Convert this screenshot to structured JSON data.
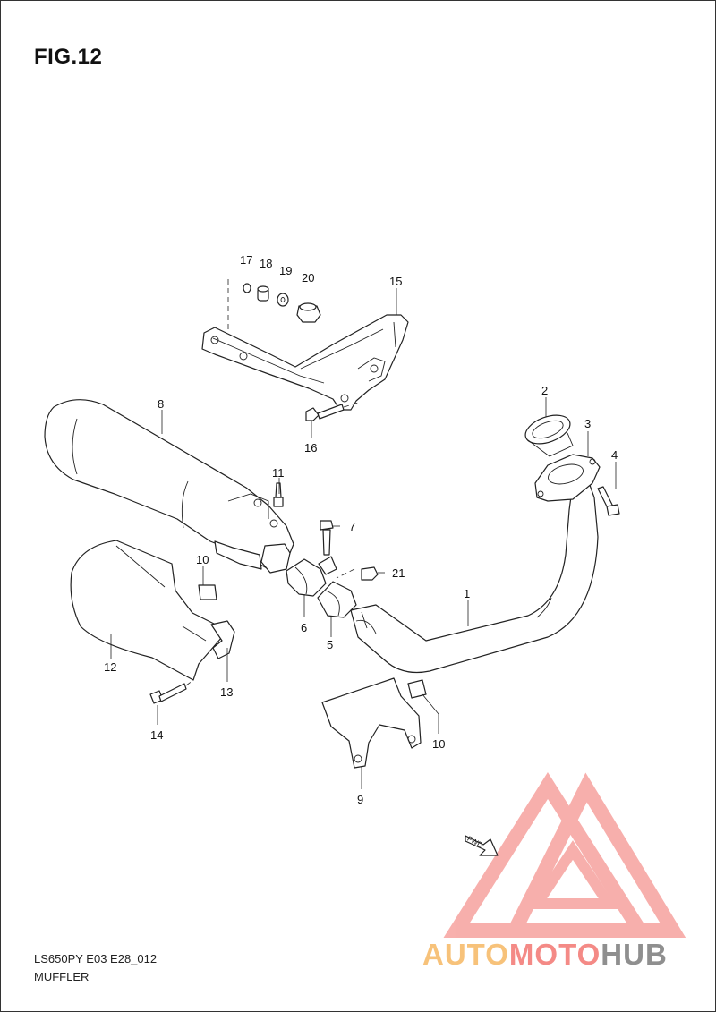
{
  "figure": {
    "title": "FIG.12",
    "model_code": "LS650PY E03 E28_012",
    "section_name": "MUFFLER"
  },
  "callouts": {
    "c1": "1",
    "c2": "2",
    "c3": "3",
    "c4": "4",
    "c5": "5",
    "c6": "6",
    "c7": "7",
    "c8": "8",
    "c9": "9",
    "c10a": "10",
    "c10b": "10",
    "c11": "11",
    "c12": "12",
    "c13": "13",
    "c14": "14",
    "c15": "15",
    "c16": "16",
    "c17": "17",
    "c18": "18",
    "c19": "19",
    "c20": "20",
    "c21": "21"
  },
  "direction_marker": "FWD",
  "watermark": {
    "part1": "AUTO",
    "part2": "MOTO",
    "part3": "HUB",
    "color_primary": "#f48a86",
    "color_secondary": "#f7c27a",
    "color_tertiary": "#8f8f8f"
  }
}
